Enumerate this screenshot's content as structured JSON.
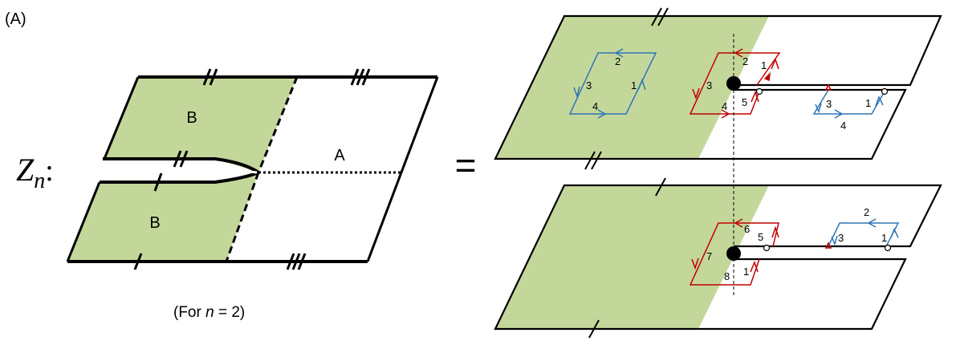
{
  "panel_label": "(A)",
  "left": {
    "z_label": "Z",
    "z_sub": "n",
    "z_colon": ":",
    "region_b_top": "B",
    "region_b_bottom": "B",
    "region_a": "A",
    "caption_prefix": "(For ",
    "caption_var": "n",
    "caption_suffix": " = 2)"
  },
  "equals": "=",
  "top_sheet": {
    "blue_left_loop": [
      "2",
      "1",
      "3",
      "4"
    ],
    "red_loop": [
      "2",
      "1",
      "3",
      "4",
      "5"
    ],
    "blue_right_loop": [
      "3",
      "1",
      "4"
    ]
  },
  "bottom_sheet": {
    "red_loop": [
      "6",
      "5",
      "7",
      "8",
      "1"
    ],
    "blue_loop": [
      "2",
      "3",
      "1"
    ]
  },
  "colors": {
    "green_fill": "#c4d79b",
    "red": "#c00000",
    "blue": "#2e75b6",
    "line": "#000000"
  }
}
